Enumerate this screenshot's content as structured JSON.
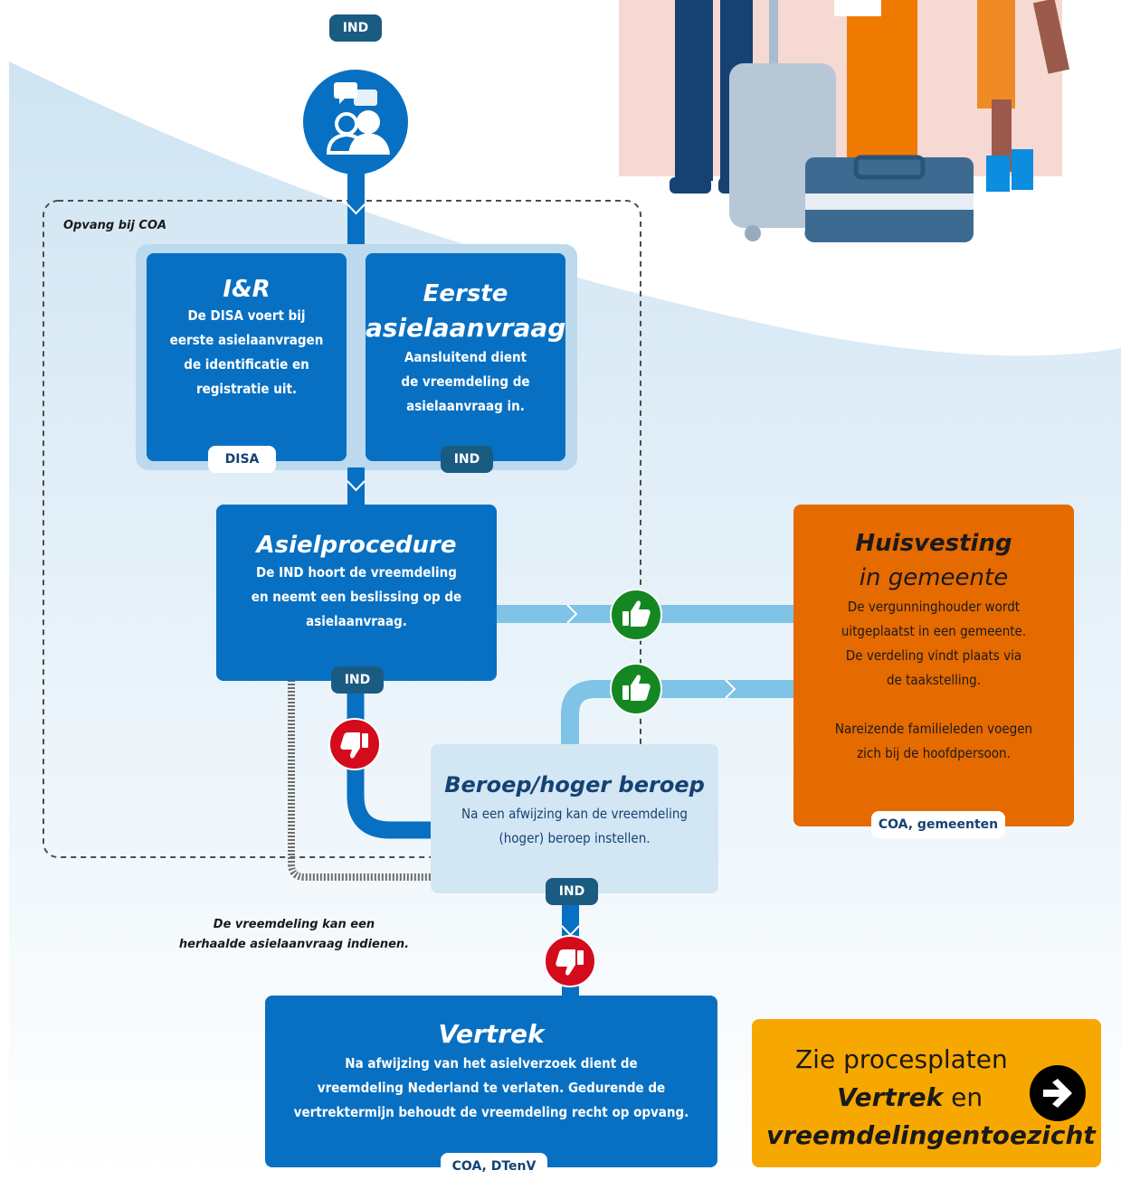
{
  "tags": {
    "top": "IND",
    "ir": "DISA",
    "eerste": "IND",
    "asiel": "IND",
    "beroep": "IND",
    "huisvesting": "COA, gemeenten",
    "vertrek": "COA, DTenV"
  },
  "group_label": "Opvang bij COA",
  "boxes": {
    "ir": {
      "title": "I&R",
      "lines": [
        "De DISA voert bij",
        "eerste asielaanvragen",
        "de identificatie en",
        "registratie uit."
      ]
    },
    "eerste": {
      "title_lines": [
        "Eerste",
        "asielaanvraag"
      ],
      "lines": [
        "Aansluitend dient",
        "de vreemdeling de",
        "asielaanvraag in."
      ]
    },
    "asiel": {
      "title": "Asielprocedure",
      "lines": [
        "De IND hoort de vreemdeling",
        "en neemt een beslissing op de",
        "asielaanvraag."
      ]
    },
    "beroep": {
      "title": "Beroep/hoger beroep",
      "lines": [
        "Na een afwijzing kan de vreemdeling",
        "(hoger) beroep instellen."
      ]
    },
    "huisvesting": {
      "title_lines": [
        "Huisvesting",
        "in gemeente"
      ],
      "lines": [
        "De vergunninghouder wordt",
        "uitgeplaatst  in een gemeente.",
        "De verdeling vindt plaats via",
        "de taakstelling.",
        "",
        "Nareizende familieleden voegen",
        "zich bij de hoofdpersoon."
      ]
    },
    "vertrek": {
      "title": "Vertrek",
      "lines": [
        "Na afwijzing van het asielverzoek dient de",
        "vreemdeling Nederland te verlaten. Gedurende de",
        "vertrektermijn behoudt de vreemdeling recht op opvang."
      ]
    }
  },
  "repeat_note": [
    "De vreemdeling kan een",
    "herhaalde asielaanvraag indienen."
  ],
  "link_box": {
    "line1": "Zie procesplaten",
    "line2_bold": "Vertrek",
    "line2_rest": " en",
    "line3_bold": "vreemdelingentoezicht"
  },
  "colors": {
    "blue": "#0870c2",
    "dark_blue": "#1a5b82",
    "light_blue": "#7fc3e6",
    "pale_blue": "#d3e6f3",
    "orange": "#e56a00",
    "yellow": "#f7a800",
    "green": "#148722",
    "red": "#d40b1b"
  }
}
